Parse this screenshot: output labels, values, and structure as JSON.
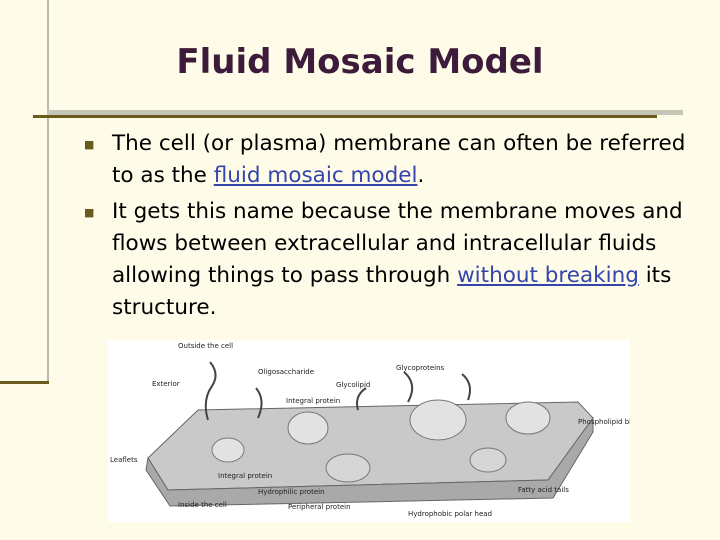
{
  "slide": {
    "title": "Fluid Mosaic Model",
    "bullet1": {
      "before": "The cell (or plasma) membrane can often be referred to as the ",
      "link": "fluid mosaic model",
      "after": "."
    },
    "bullet2": {
      "before": "It gets this name because the membrane moves and flows between extracellular and intracellular fluids allowing things to pass through ",
      "link": "without breaking",
      "after": " its structure."
    }
  },
  "figure": {
    "labels": {
      "outside": "Outside the cell",
      "exterior": "Exterior",
      "oligosaccharide": "Oligosaccharide",
      "integral_protein": "Integral protein",
      "glycolipid": "Glycolipid",
      "glycoproteins": "Glycoproteins",
      "phospholipid_bilayer": "Phospholipid bilayer",
      "leaflets": "Leaflets",
      "integral_protein2": "Integral protein",
      "hydrophilic_protein": "Hydrophilic protein",
      "inside": "Inside the cell",
      "peripheral": "Peripheral protein",
      "hydrophobic_head": "Hydrophobic polar head",
      "fatty_acid": "Fatty acid tails"
    }
  }
}
